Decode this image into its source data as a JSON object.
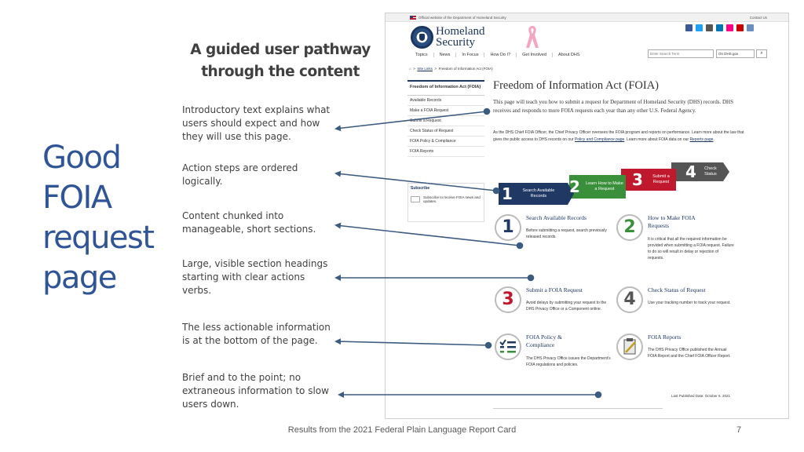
{
  "slide": {
    "side_title": [
      "Good",
      "FOIA",
      "request",
      "page"
    ],
    "heading": [
      "A guided user pathway",
      "through the content"
    ],
    "notes": [
      {
        "lines": [
          "Introductory text explains what",
          "users should expect and how",
          "they will use this page."
        ]
      },
      {
        "lines": [
          "Action steps are ordered",
          "logically."
        ]
      },
      {
        "lines": [
          "Content chunked into",
          "manageable, short sections."
        ]
      },
      {
        "lines": [
          "Large, visible section headings",
          "starting with clear actions",
          "verbs."
        ]
      },
      {
        "lines": [
          "The less actionable information",
          "is at the bottom of the page."
        ]
      },
      {
        "lines": [
          "Brief and to the point; no",
          "extraneous information to slow",
          "users down."
        ]
      }
    ],
    "footer": "Results from the 2021 Federal Plain Language Report Card",
    "slide_number": "7",
    "arrow_color": "#3b5b80"
  },
  "site": {
    "topbar": {
      "official": "Official website of the Department of Homeland Security",
      "contact": "Contact Us"
    },
    "brand": [
      "Homeland",
      "Security"
    ],
    "social_colors": [
      "#3b5998",
      "#1da1f2",
      "#555555",
      "#0077b5",
      "#ff0084",
      "#cc0000",
      "#6c8ebf"
    ],
    "nav": [
      "Topics",
      "News",
      "In Focus",
      "How Do I?",
      "Get Involved",
      "About DHS"
    ],
    "search": {
      "placeholder": "Enter Search Term",
      "scope": "On DHS.gov",
      "button": "⌕"
    },
    "breadcrumb": {
      "home": "⌂",
      "sep": ">",
      "site_links": "Site Links",
      "current": "Freedom of Information Act (FOIA)"
    },
    "left_nav": {
      "title": "Freedom of Information Act (FOIA)",
      "items": [
        "Available Records",
        "Make a FOIA Request",
        "Submit a Request",
        "Check Status of Request",
        "FOIA Policy & Compliance",
        "FOIA Reports"
      ]
    },
    "subscribe": {
      "title": "Subscribe",
      "body": "Subscribe to receive FOIA news and updates."
    },
    "page_title": "Freedom of Information Act (FOIA)",
    "intro": "This page will teach you how to submit a request for Department of Homeland Security (DHS) records.  DHS receives and responds to more FOIA requests each year than any other U.S. Federal Agency.",
    "intro2_a": "As the DHS Chief FOIA Officer, the Chief Privacy Officer oversees the FOIA program and reports on performance. Learn more about the law that gives the public access to DHS records on our ",
    "intro2_link1": "Policy and Compliance page",
    "intro2_b": ". Learn more about FOIA data on our ",
    "intro2_link2": "Reports page",
    "intro2_c": ".",
    "steps": [
      {
        "num": "1",
        "label": "Search Available Records",
        "color": "#1f3864"
      },
      {
        "num": "2",
        "label": "Learn How to Make a Request",
        "color": "#3a8f3a"
      },
      {
        "num": "3",
        "label": "Submit a Request",
        "color": "#c0192e"
      },
      {
        "num": "4",
        "label": "Check Status",
        "color": "#555555"
      }
    ],
    "sections": [
      {
        "num": "1",
        "title": "Search Available Records",
        "body": "Before submitting a request, search previously released records.",
        "color": "#1f3864"
      },
      {
        "num": "2",
        "title": "How to Make FOIA Requests",
        "body": "It is critical that all the required information be provided when submitting a FOIA request. Failure to do so will result in delay or rejection of requests.",
        "color": "#3a8f3a"
      },
      {
        "num": "3",
        "title": "Submit a FOIA Request",
        "body": "Avoid delays by submitting your request to the DHS Privacy Office or a Component online.",
        "color": "#c0192e"
      },
      {
        "num": "4",
        "title": "Check Status of Request",
        "body": "Use your tracking number to track your request.",
        "color": "#555555"
      },
      {
        "num": "",
        "title": "FOIA Policy & Compliance",
        "body": "The DHS Privacy Office issues the Department's FOIA regulations and policies.",
        "color": "#1f3864",
        "icon": "checklist-icon"
      },
      {
        "num": "",
        "title": "FOIA Reports",
        "body": "The DHS Privacy Office published the Annual FOIA Report and the Chief FOIA Officer Report.",
        "color": "#1f3864",
        "icon": "report-icon"
      }
    ],
    "last_published": "Last Published Date: October 6, 2021"
  }
}
